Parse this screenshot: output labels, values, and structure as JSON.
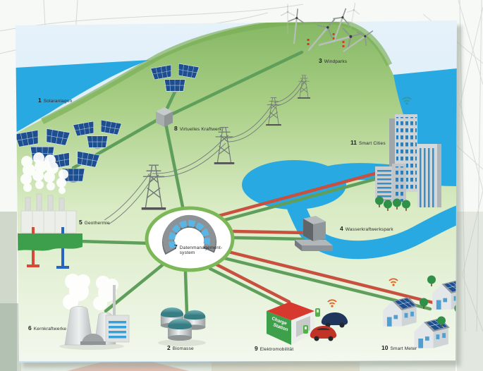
{
  "diagram": {
    "labels": [
      {
        "num": "1",
        "text": "Solaranlagen"
      },
      {
        "num": "2",
        "text": "Biomasse"
      },
      {
        "num": "3",
        "text": "Windparks"
      },
      {
        "num": "4",
        "text": "Wasserkraftwerkspark"
      },
      {
        "num": "5",
        "text": "Geothermie"
      },
      {
        "num": "6",
        "text": "Kernkraftwerke"
      },
      {
        "num": "7",
        "line1": "Datenmanagement-",
        "line2": "system"
      },
      {
        "num": "8",
        "text": "Virtuelles Kraftwerk"
      },
      {
        "num": "9",
        "text": "Elektromobilität"
      },
      {
        "num": "10",
        "text": "Smart Meter"
      },
      {
        "num": "11",
        "text": "Smart Cities"
      }
    ],
    "charge_station": {
      "line1": "Charge",
      "line2": "Station"
    },
    "colors": {
      "energy_line": "#5f9f5b",
      "data_line": "#c8503e",
      "water": "#29a9e1",
      "hill_top": "#84b763",
      "sky": "#dcecf8",
      "hub_ring": "#7cb857",
      "solar_panel": "#1d4e8f",
      "charge_roof": "#d8392f",
      "charge_panel": "#3fa04c",
      "wifi_orange": "#e8641f",
      "wifi_teal": "#2e9aa8"
    },
    "icons": [
      "solar-array-icon",
      "wind-turbine-icon",
      "power-pylon-icon",
      "virtual-power-plant-node-icon",
      "geothermal-plant-icon",
      "nuclear-plant-icon",
      "biomass-tanks-icon",
      "data-management-hub-icon",
      "hydro-plant-icon",
      "smart-city-buildings-icon",
      "charge-station-icon",
      "electric-car-icon",
      "smart-meter-house-icon",
      "wifi-icon",
      "tree-icon"
    ]
  }
}
